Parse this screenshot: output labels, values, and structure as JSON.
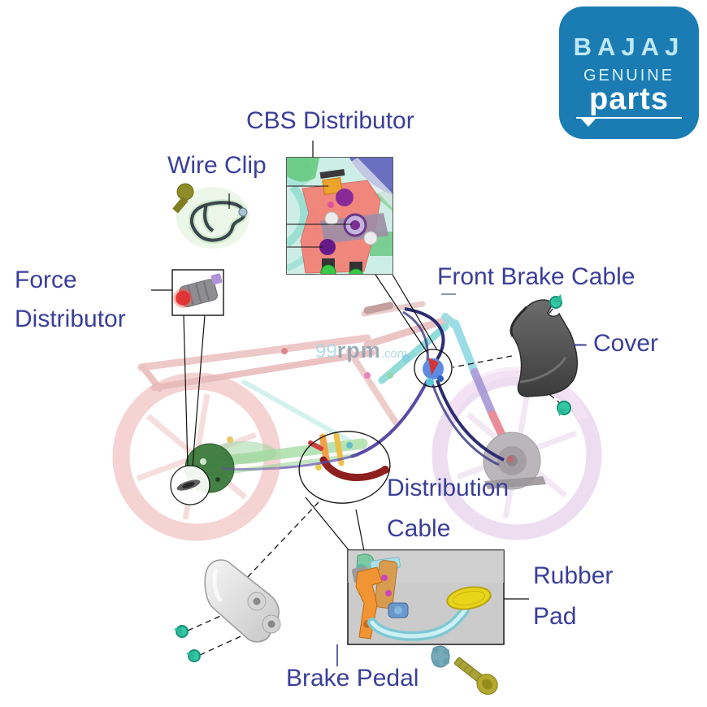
{
  "brand_logo": {
    "name": "BAJAJ",
    "line_genuine": "GENUINE",
    "line_parts": "parts",
    "bg_color": "#1b7cb4",
    "text_color": "#ffffff",
    "accent_color": "#bfe8f6"
  },
  "watermark": {
    "prefix": "99",
    "mid": "rpm",
    "suffix": ".com"
  },
  "diagram": {
    "label_color": "#3a3f99",
    "labels": {
      "cbs_distributor": "CBS Distributor",
      "wire_clip": "Wire Clip",
      "force_line1": "Force",
      "force_line2": "Distributor",
      "front_brake_cable": "Front Brake Cable",
      "cover": "– Cover",
      "distribution_line1": "Distribution",
      "distribution_line2": "Cable",
      "rubber_line1": "Rubber",
      "rubber_line2": "Pad",
      "brake_pedal": "Brake Pedal"
    },
    "part_colors": {
      "cbs_distributor_body": "#f28278",
      "cover_part": "#4a4a4a",
      "rubber_pad": "#e8d418",
      "brake_pedal_arm": "#7fc8d4",
      "screws": "#34c8a2",
      "bolt": "#a8a238",
      "rear_drum": "#3c7a3c",
      "cable_navy": "#2d2d72",
      "cable_purple": "#5b4ba8"
    }
  }
}
